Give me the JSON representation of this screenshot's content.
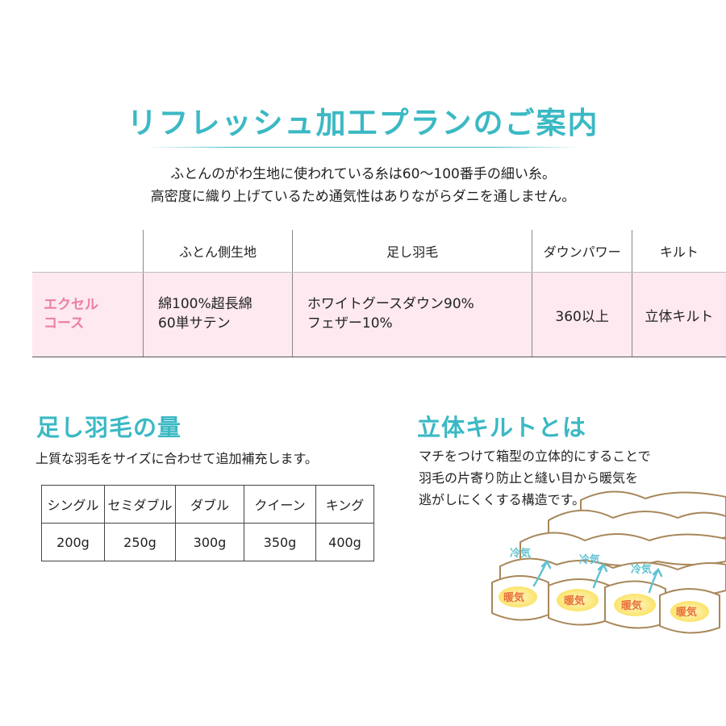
{
  "header": {
    "title": "リフレッシュ加工プランのご案内",
    "intro_line1": "ふとんのがわ生地に使われている糸は60～100番手の細い糸。",
    "intro_line2": "高密度に織り上げているため通気性はありながらダニを通しません。"
  },
  "plan_table": {
    "headers": [
      "",
      "ふとん側生地",
      "足し羽毛",
      "ダウンパワー",
      "キルト"
    ],
    "row": {
      "course_line1": "エクセル",
      "course_line2": "コース",
      "fabric_line1": "綿100%超長綿",
      "fabric_line2": "60単サテン",
      "down_line1": "ホワイトグースダウン90%",
      "down_line2": "フェザー10%",
      "down_power": "360以上",
      "quilt": "立体キルト"
    }
  },
  "down_amount": {
    "title": "足し羽毛の量",
    "description": "上質な羽毛をサイズに合わせて追加補充します。",
    "sizes": [
      "シングル",
      "セミダブル",
      "ダブル",
      "クイーン",
      "キング"
    ],
    "amounts": [
      "200g",
      "250g",
      "300g",
      "350g",
      "400g"
    ]
  },
  "quilt_info": {
    "title": "立体キルトとは",
    "desc_line1": "マチをつけて箱型の立体的にすることで",
    "desc_line2": "羽毛の片寄り防止と縫い目から暖気を",
    "desc_line3": "逃がしにくくする構造です。",
    "cold_label": "冷気",
    "warm_label": "暖気"
  },
  "colors": {
    "accent": "#3bb9c4",
    "course_pink": "#ec7fa6",
    "row_bg": "#fde9ef",
    "quilt_stroke": "#a8875a",
    "warm_fill": "#fbe36a",
    "warm_text": "#e8703a"
  }
}
